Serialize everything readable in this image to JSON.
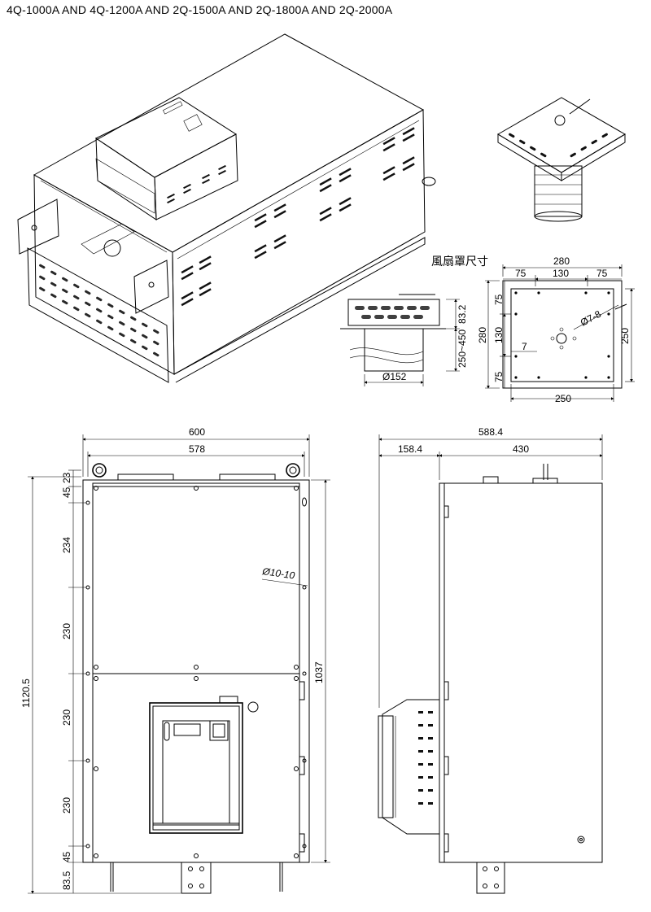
{
  "title": "4Q-1000A AND 4Q-1200A AND 2Q-1500A AND 2Q-1800A AND 2Q-2000A",
  "fan_hood": {
    "label": "風扇罩尺寸",
    "width_total": "280",
    "top_75_left": "75",
    "top_130": "130",
    "top_75_right": "75",
    "left_280": "280",
    "left_75_top": "75",
    "left_130": "130",
    "left_75_bottom": "75",
    "right_250": "250",
    "bottom_250": "250",
    "hole": "Ø7-8",
    "small_7": "7"
  },
  "fan_side": {
    "height_83_2": "83.2",
    "height_range": "250~450",
    "diameter": "Ø152"
  },
  "front_view": {
    "width_600": "600",
    "width_578": "578",
    "d45_top": "45",
    "d23": "23",
    "d234": "234",
    "d230_a": "230",
    "d230_b": "230",
    "d230_c": "230",
    "d45_bottom": "45",
    "d83_5": "83.5",
    "total_height": "1120.5",
    "inner_height": "1037",
    "hole_label": "Ø10-10"
  },
  "side_view": {
    "depth_total": "588.4",
    "d158_4": "158.4",
    "d430": "430"
  }
}
